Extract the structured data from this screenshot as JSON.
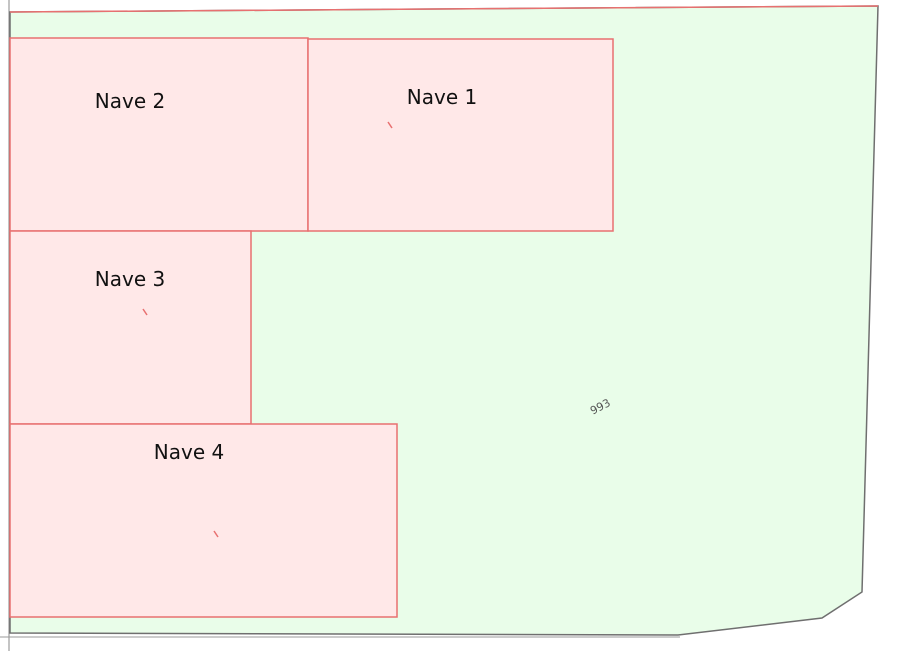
{
  "map": {
    "parcel": {
      "id_label": "993",
      "fill": "#e9fde9",
      "stroke": "#6f6f6f"
    },
    "buildings": {
      "fill": "#ffe8e8",
      "stroke": "#e87070",
      "items": [
        {
          "name": "Nave 1"
        },
        {
          "name": "Nave 2"
        },
        {
          "name": "Nave 3"
        },
        {
          "name": "Nave 4"
        }
      ]
    }
  }
}
